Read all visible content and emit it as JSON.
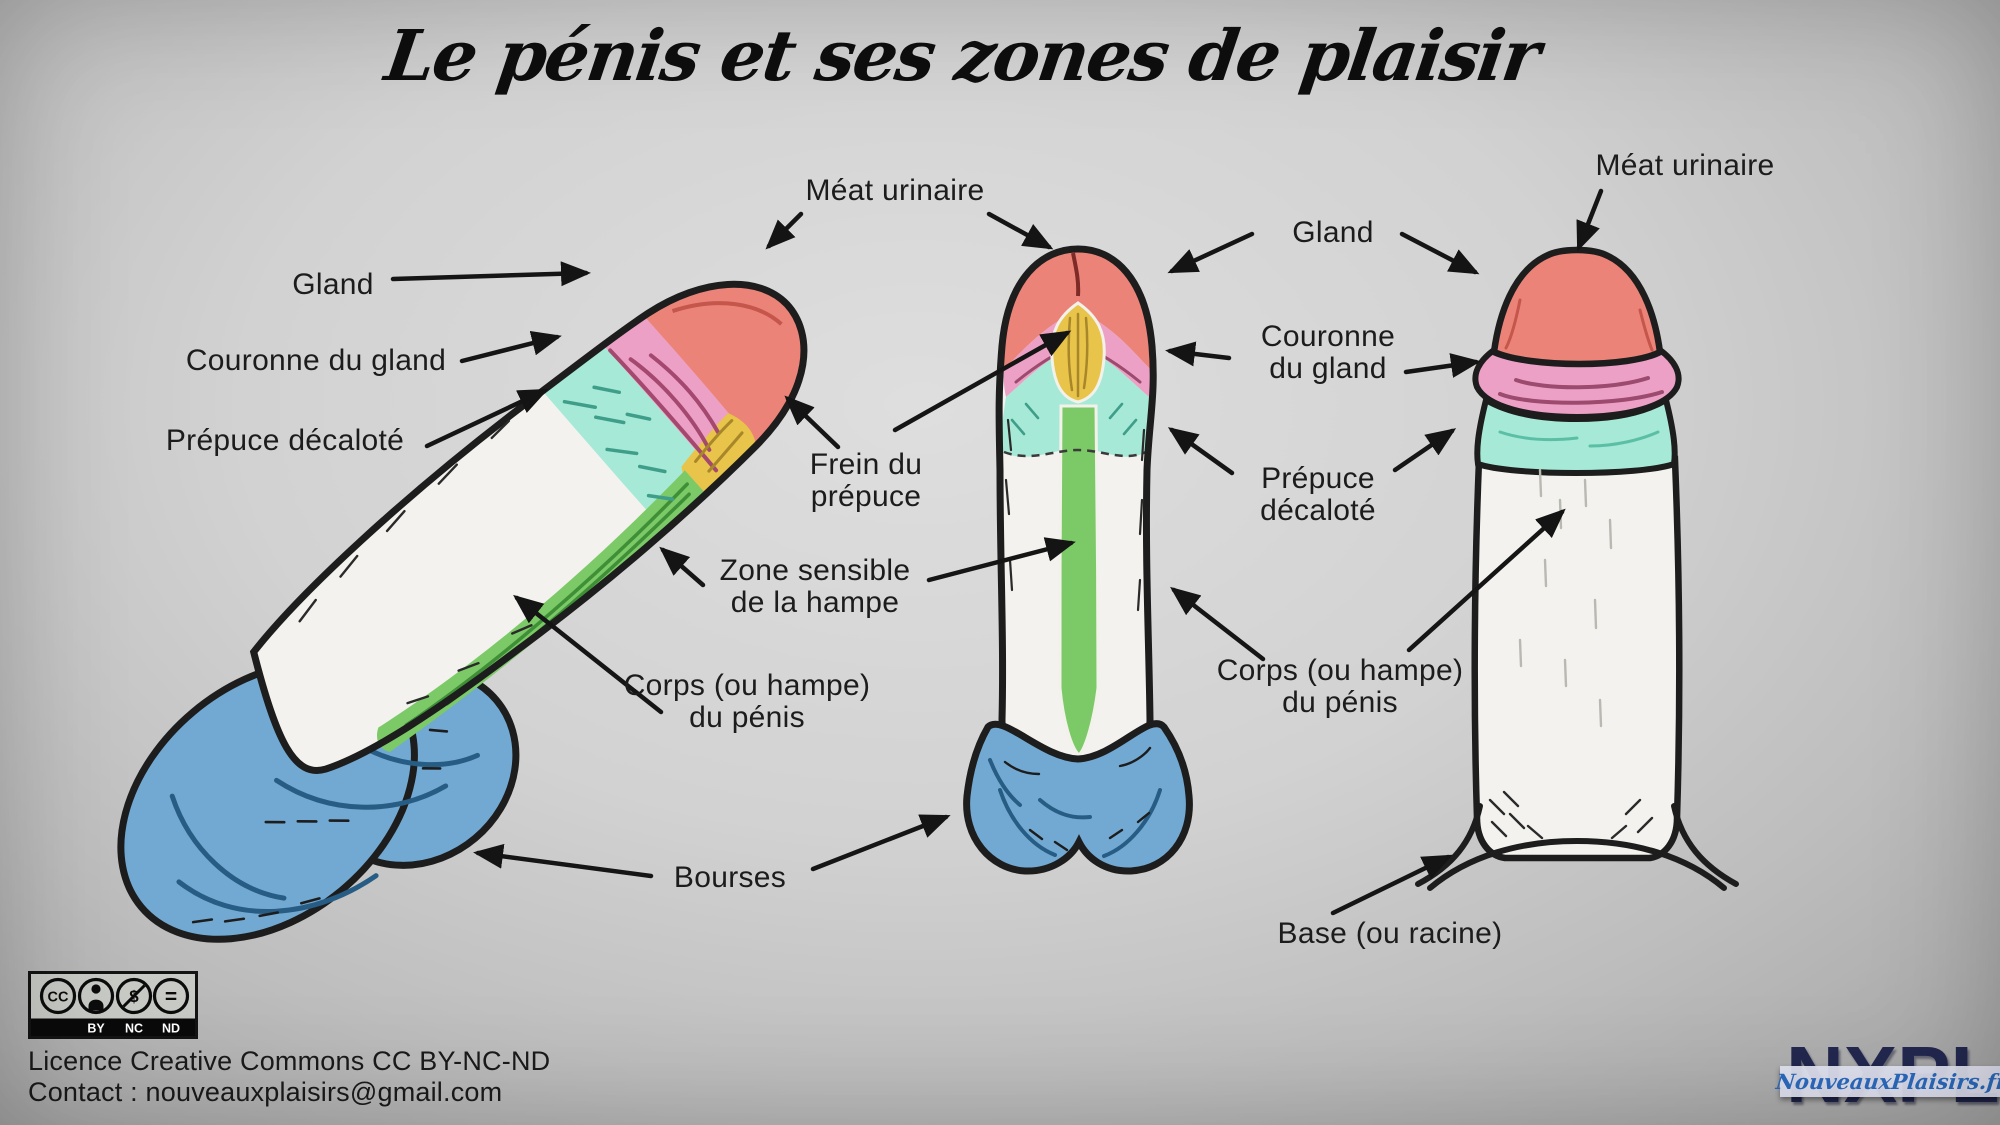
{
  "title": "Le pénis et ses zones de plaisir",
  "labels": {
    "meat_urinaire_center": "Méat urinaire",
    "meat_urinaire_right": "Méat urinaire",
    "gland_left": "Gland",
    "gland_right": "Gland",
    "couronne_left": "Couronne du gland",
    "couronne_right": {
      "line1": "Couronne",
      "line2": "du gland"
    },
    "prepuce_left": "Prépuce décaloté",
    "prepuce_right": {
      "line1": "Prépuce",
      "line2": "décaloté"
    },
    "frein": {
      "line1": "Frein du",
      "line2": "prépuce"
    },
    "zone_sensible": {
      "line1": "Zone sensible",
      "line2": "de la hampe"
    },
    "corps_left": {
      "line1": "Corps (ou hampe)",
      "line2": "du pénis"
    },
    "corps_right": {
      "line1": "Corps (ou hampe)",
      "line2": "du pénis"
    },
    "bourses": "Bourses",
    "base": "Base (ou racine)"
  },
  "footer": {
    "cc_badge": {
      "cc": "CC",
      "by": "BY",
      "nc": "NC",
      "nd": "ND"
    },
    "license_line": "Licence Creative Commons CC BY-NC-ND",
    "contact_line": "Contact : nouveauxplaisirs@gmail.com"
  },
  "logo": {
    "acronym": "NXPL",
    "site": "NouveauxPlaisirs.fr"
  },
  "colors": {
    "glans": "#ec8378",
    "corona": "#eda0c5",
    "foreskin": "#a5e9d6",
    "frenulum": "#e8c44a",
    "sensitive_stripe": "#7cc968",
    "scrotum": "#72a9d2",
    "shaft": "#f3f2ee",
    "outline": "#1d1d1d"
  }
}
